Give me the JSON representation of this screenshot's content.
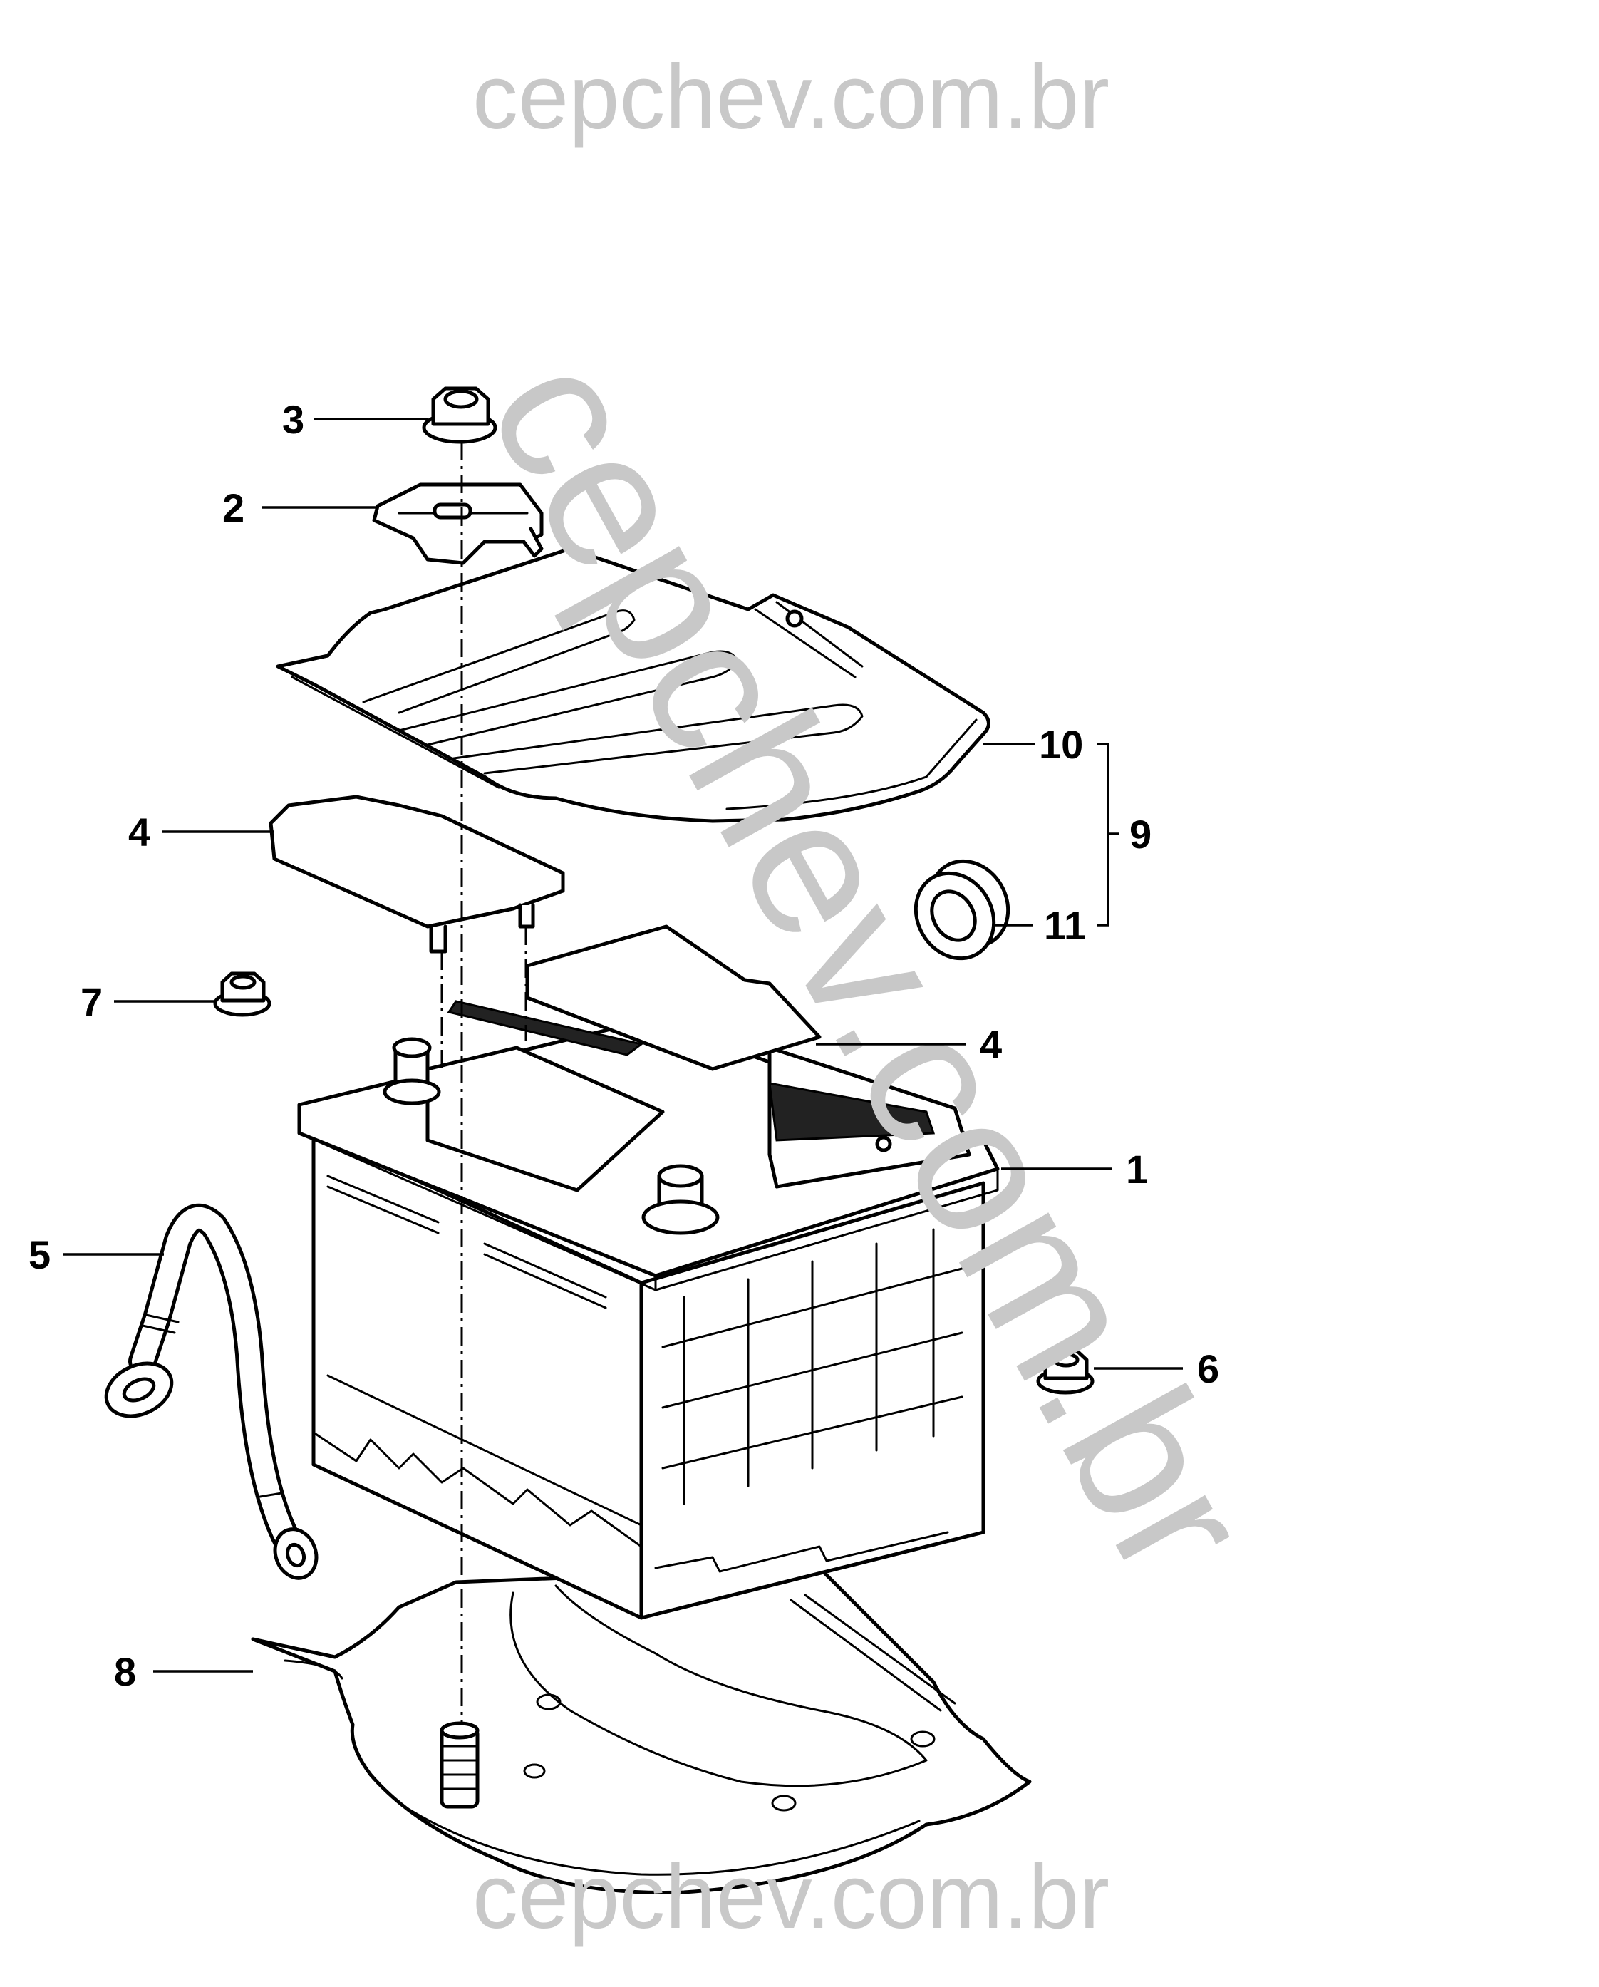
{
  "watermark": {
    "top": "cepchev.com.br",
    "diagonal": "cepchev.com.br",
    "bottom": "cepchev.com.br"
  },
  "callouts": {
    "c1": "1",
    "c2": "2",
    "c3": "3",
    "c4a": "4",
    "c4b": "4",
    "c5": "5",
    "c6": "6",
    "c7": "7",
    "c8": "8",
    "c9": "9",
    "c10": "10",
    "c11": "11"
  }
}
